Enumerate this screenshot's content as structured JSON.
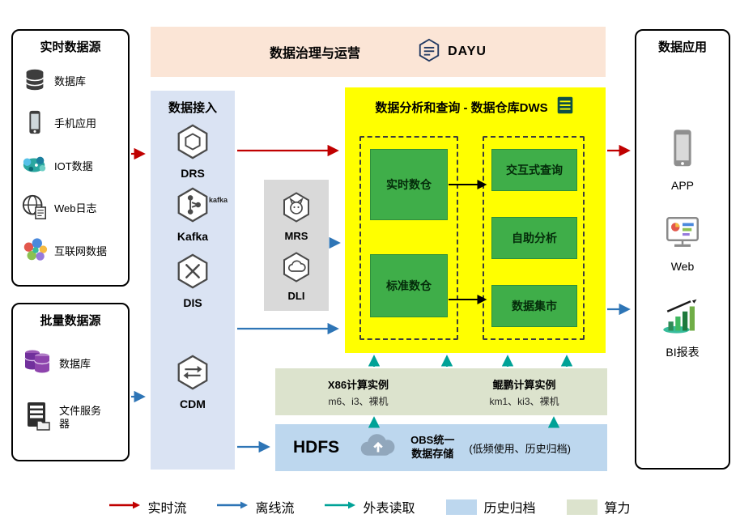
{
  "realtime_sources": {
    "title": "实时数据源",
    "items": [
      {
        "label": "数据库",
        "icon": "database-icon"
      },
      {
        "label": "手机应用",
        "icon": "mobile-icon"
      },
      {
        "label": "IOT数据",
        "icon": "iot-icon"
      },
      {
        "label": "Web日志",
        "icon": "web-log-icon"
      },
      {
        "label": "互联网数据",
        "icon": "internet-data-icon"
      }
    ]
  },
  "batch_sources": {
    "title": "批量数据源",
    "items": [
      {
        "label": "数据库",
        "icon": "database-purple-icon"
      },
      {
        "label": "文件服务器",
        "icon": "file-server-icon"
      }
    ]
  },
  "governance": {
    "title": "数据治理与运营",
    "logo_text": "DAYU"
  },
  "ingestion": {
    "title": "数据接入",
    "services": [
      {
        "name": "DRS"
      },
      {
        "name": "Kafka",
        "badge": "kafka"
      },
      {
        "name": "DIS"
      },
      {
        "name": "CDM"
      }
    ]
  },
  "processing": {
    "services": [
      {
        "name": "MRS"
      },
      {
        "name": "DLI"
      }
    ]
  },
  "dws": {
    "title": "数据分析和查询 - 数据仓库DWS",
    "left_modules": [
      "实时数仓",
      "标准数仓"
    ],
    "right_modules": [
      "交互式查询",
      "自助分析",
      "数据集市"
    ]
  },
  "compute": {
    "columns": [
      {
        "title": "X86计算实例",
        "subtitle": "m6、i3、裸机"
      },
      {
        "title": "鲲鹏计算实例",
        "subtitle": "km1、ki3、裸机"
      }
    ]
  },
  "storage": {
    "hdfs_label": "HDFS",
    "obs_line1": "OBS统一",
    "obs_line2": "数据存储",
    "note": "(低频使用、历史归档)"
  },
  "applications": {
    "title": "数据应用",
    "items": [
      {
        "label": "APP"
      },
      {
        "label": "Web"
      },
      {
        "label": "BI报表"
      }
    ]
  },
  "legend": {
    "items": [
      {
        "label": "实时流",
        "kind": "arrow",
        "color": "#c00000"
      },
      {
        "label": "离线流",
        "kind": "arrow",
        "color": "#2e75b6"
      },
      {
        "label": "外表读取",
        "kind": "arrow",
        "color": "#00a297"
      },
      {
        "label": "历史归档",
        "kind": "swatch",
        "color": "#bdd7ee"
      },
      {
        "label": "算力",
        "kind": "swatch",
        "color": "#dce3cd"
      }
    ]
  },
  "colors": {
    "banner_bg": "#fbe5d6",
    "ingestion_bg": "#dae3f3",
    "processing_bg": "#d9d9d9",
    "dws_bg": "#ffff00",
    "module_green": "#3fae49",
    "compute_bg": "#dce3cd",
    "storage_bg": "#bdd7ee",
    "realtime_flow": "#c00000",
    "offline_flow": "#2e75b6",
    "external_read": "#00a297"
  }
}
